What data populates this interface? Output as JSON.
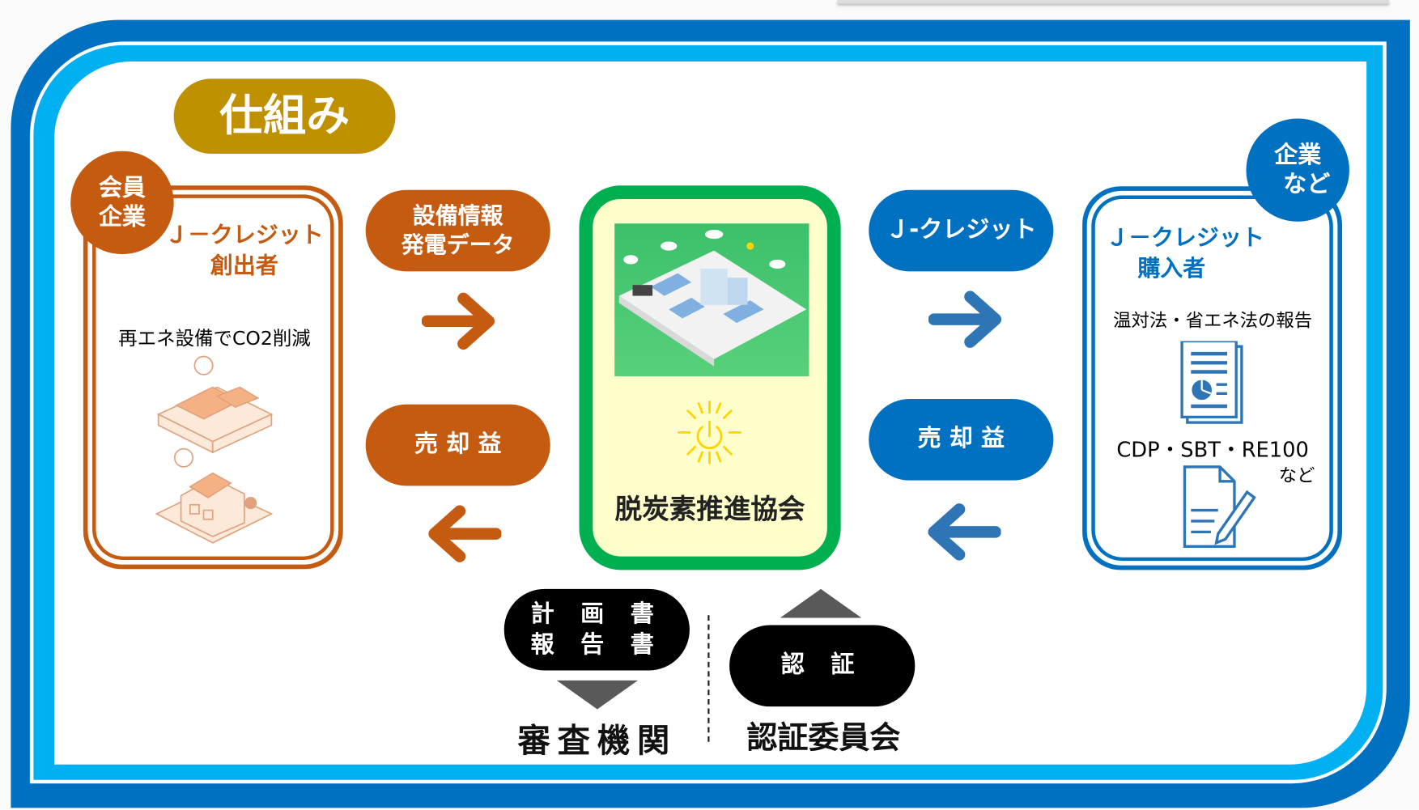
{
  "title": "仕組み",
  "left_party": {
    "badge_lines": [
      "会員",
      "企業"
    ],
    "role_lines": [
      "Ｊ－クレジット",
      "創出者"
    ],
    "description": "再エネ設備でCO2削減",
    "color": "#c55a11"
  },
  "left_flows": {
    "to_center_lines": [
      "設備情報",
      "発電データ"
    ],
    "from_center": "売 却 益"
  },
  "center": {
    "name": "脱炭素推進協会",
    "border_color": "#00b050",
    "fill_color": "#ffffcc"
  },
  "right_flows": {
    "to_buyer": "Ｊ-クレジット",
    "from_buyer": "売 却 益"
  },
  "right_party": {
    "badge_lines": [
      "企業",
      "など"
    ],
    "role_lines": [
      "Ｊ－クレジット",
      "購入者"
    ],
    "use_1": "温対法・省エネ法の報告",
    "use_2": "CDP・SBT・RE100",
    "use_2_suffix": "など",
    "color": "#0070c0"
  },
  "bottom": {
    "documents_lines": [
      "計 画 書",
      "報 告 書"
    ],
    "review_body": "審査機関",
    "certification": "認 証",
    "certification_body": "認証委員会"
  }
}
